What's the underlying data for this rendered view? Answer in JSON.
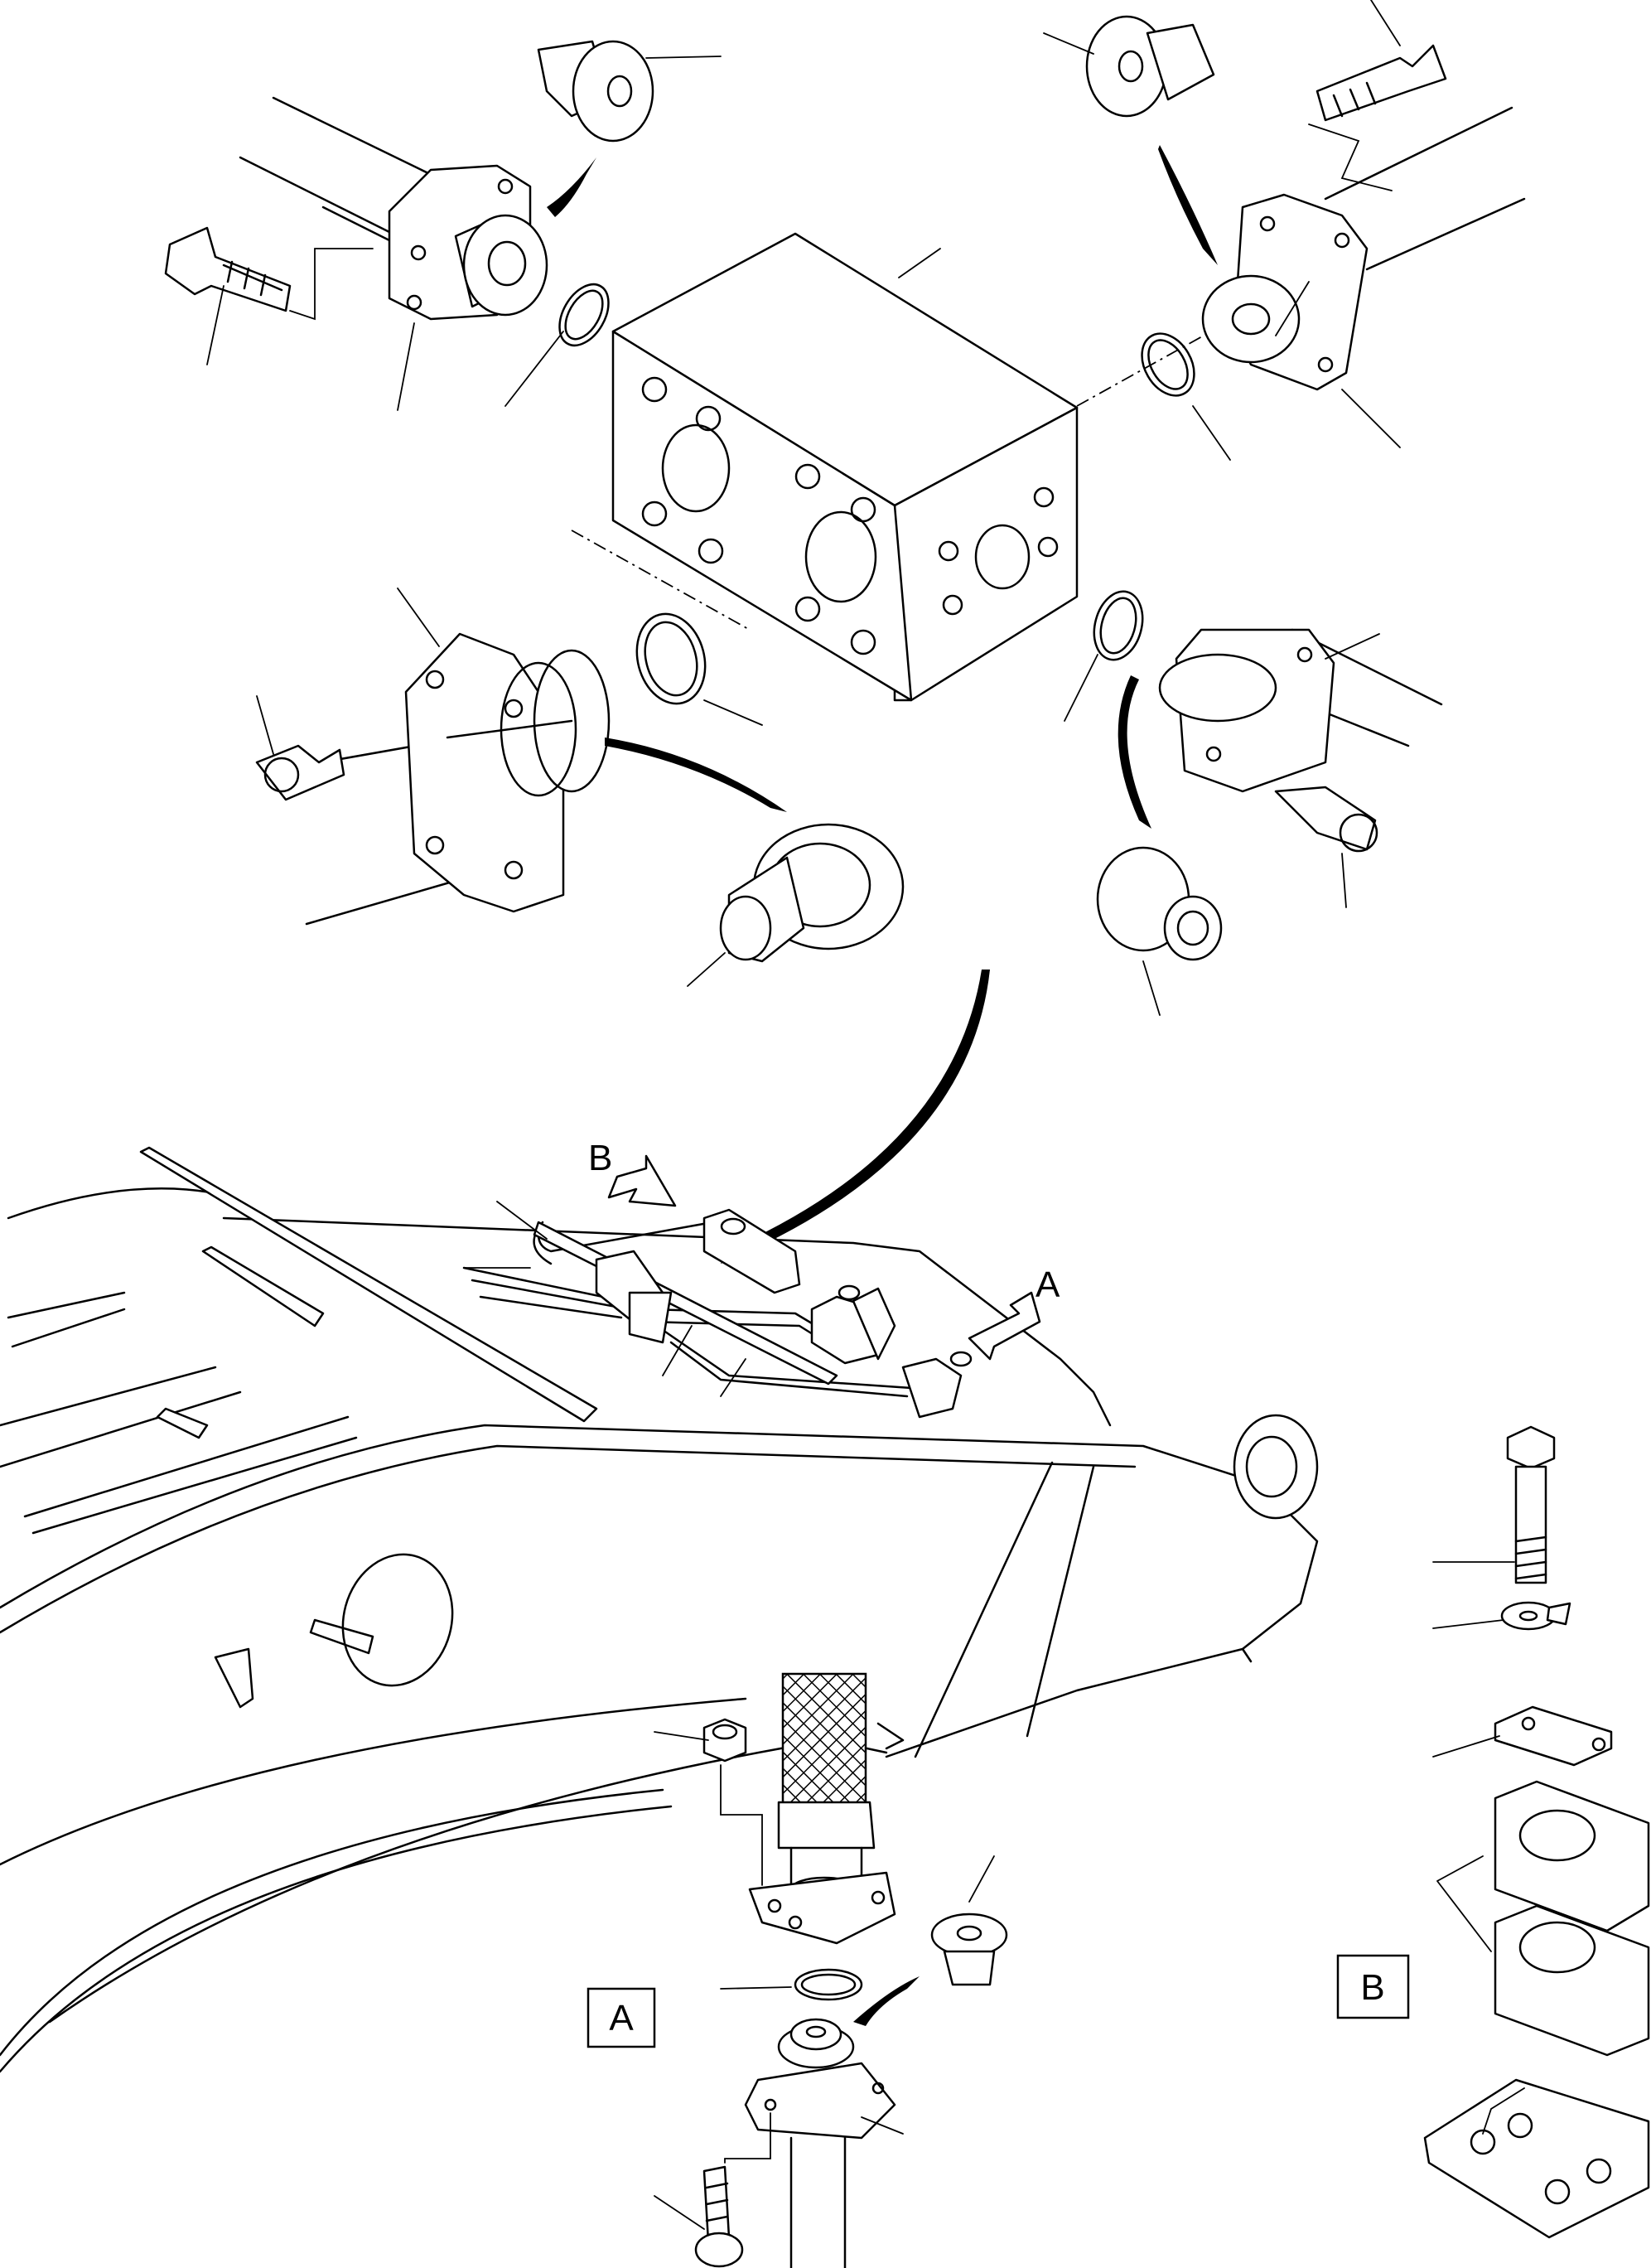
{
  "callouts": {
    "a": "A",
    "b": "B"
  },
  "detail_views": {
    "a": "A",
    "b": "B"
  }
}
